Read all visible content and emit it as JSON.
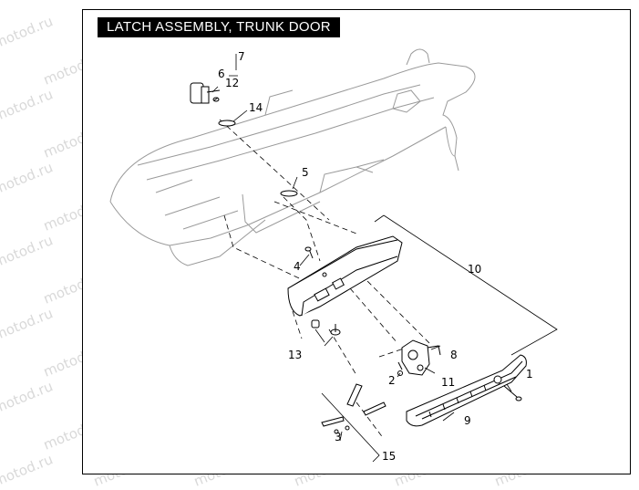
{
  "title": "LATCH ASSEMBLY, TRUNK DOOR",
  "watermark_text": "motod.ru",
  "callouts": {
    "c1": "1",
    "c2": "2",
    "c3": "3",
    "c4": "4",
    "c5": "5",
    "c6": "6",
    "c7": "7",
    "c8": "8",
    "c9": "9",
    "c10": "10",
    "c11": "11",
    "c12": "12",
    "c13": "13",
    "c14": "14",
    "c15": "15"
  }
}
